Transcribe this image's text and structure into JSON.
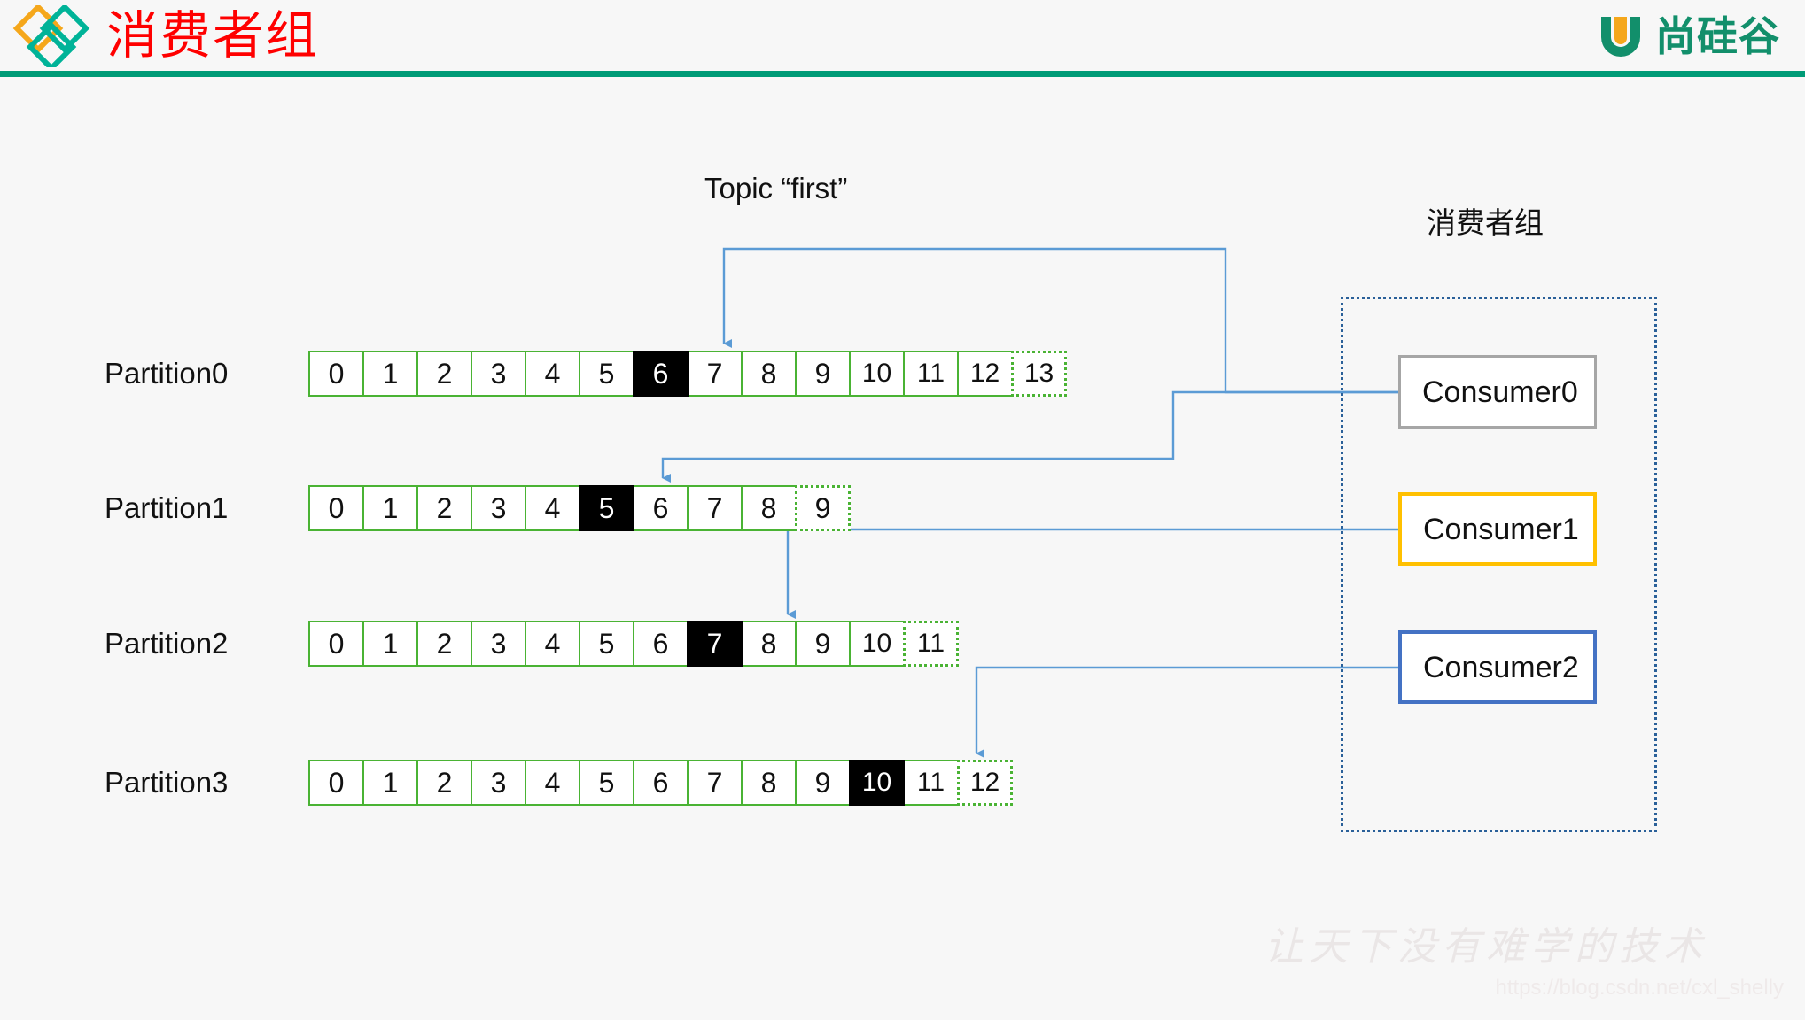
{
  "header": {
    "title": "消费者组",
    "logo_text": "尚硅谷",
    "logo_icon": "atguigu-u-icon",
    "diamond_icon": "diamond-logo-icon",
    "accent_rule_color": "#009b77",
    "title_color": "#ff0000",
    "diamond_orange": "#f5a71b",
    "diamond_teal": "#00b398",
    "logo_green": "#128f6b",
    "logo_orange": "#f5a71b"
  },
  "diagram": {
    "topic_label": "Topic “first”",
    "group_label": "消费者组",
    "cell_border_color": "#4ab334",
    "current_cell_bg": "#000000",
    "connector_color": "#5b9bd5",
    "group_border_color": "#2a6099",
    "partitions": [
      {
        "name": "Partition0",
        "cells": [
          "0",
          "1",
          "2",
          "3",
          "4",
          "5",
          "6",
          "7",
          "8",
          "9",
          "10",
          "11",
          "12",
          "13"
        ],
        "current_index": 6,
        "pending_from": 13
      },
      {
        "name": "Partition1",
        "cells": [
          "0",
          "1",
          "2",
          "3",
          "4",
          "5",
          "6",
          "7",
          "8",
          "9"
        ],
        "current_index": 5,
        "pending_from": 9
      },
      {
        "name": "Partition2",
        "cells": [
          "0",
          "1",
          "2",
          "3",
          "4",
          "5",
          "6",
          "7",
          "8",
          "9",
          "10",
          "11"
        ],
        "current_index": 7,
        "pending_from": 11
      },
      {
        "name": "Partition3",
        "cells": [
          "0",
          "1",
          "2",
          "3",
          "4",
          "5",
          "6",
          "7",
          "8",
          "9",
          "10",
          "11",
          "12"
        ],
        "current_index": 10,
        "pending_from": 12
      }
    ],
    "consumers": [
      {
        "label": "Consumer0",
        "border_color": "#a6a6a6"
      },
      {
        "label": "Consumer1",
        "border_color": "#ffc000"
      },
      {
        "label": "Consumer2",
        "border_color": "#4472c4"
      }
    ]
  },
  "watermark": {
    "phrase": "让天下没有难学的技术",
    "url": "https://blog.csdn.net/cxl_shelly"
  }
}
